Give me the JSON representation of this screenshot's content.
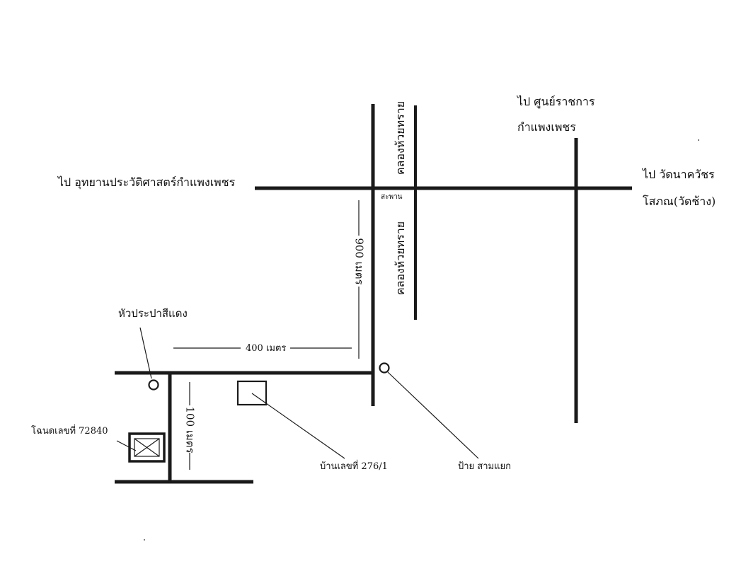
{
  "labels": {
    "to_historical_park": "ไป อุทยานประวัติศาสตร์กำแพงเพชร",
    "to_gov_center_line1": "ไป ศูนย์ราชการ",
    "to_gov_center_line2": "กำแพงเพชร",
    "to_wat_line1": "ไป วัดนาควัชร",
    "to_wat_line2": "โสภณ(วัดช้าง)",
    "canal_upper": "คลองห้วยทราย",
    "canal_lower": "คลองห้วยทราย",
    "bridge": "สะพาน",
    "dist_900": "900 เมตร",
    "dist_400": "400 เมตร",
    "dist_100": "100 เมตร",
    "fire_hydrant": "หัวประปาสีแดง",
    "deed": "โฉนดเลขที่ 72840",
    "house": "บ้านเลขที่ 276/1",
    "junction_sign": "ป้าย สามแยก"
  },
  "colors": {
    "ink": "#1a1a1a",
    "background": "#ffffff"
  }
}
